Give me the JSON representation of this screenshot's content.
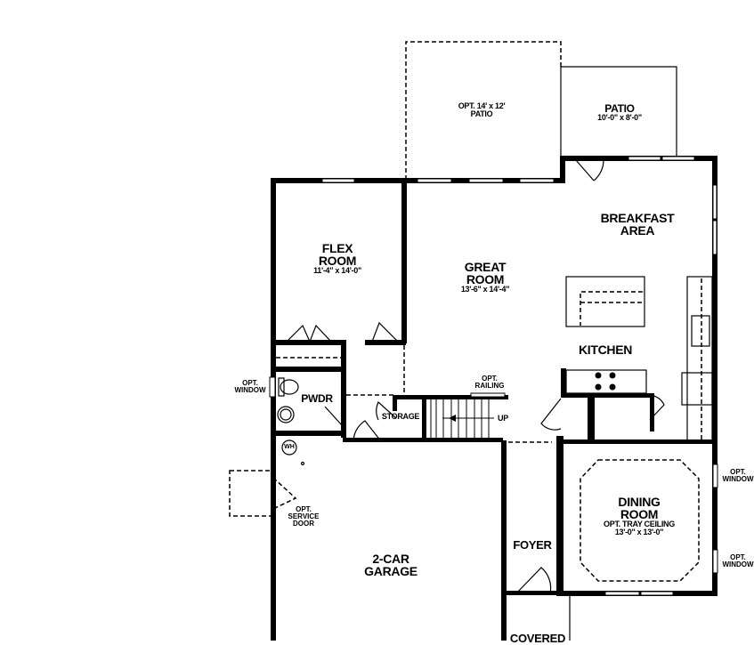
{
  "plan": {
    "rooms": [
      {
        "id": "opt-patio",
        "lines": [
          "OPT. 14' x 12'",
          "PATIO"
        ]
      },
      {
        "id": "patio",
        "name": "PATIO",
        "dims": "10'-0\" x 8'-0\""
      },
      {
        "id": "breakfast",
        "lines": [
          "BREAKFAST",
          "AREA"
        ]
      },
      {
        "id": "flex",
        "lines": [
          "FLEX",
          "ROOM"
        ],
        "dims": "11'-4\" x 14'-0\""
      },
      {
        "id": "great",
        "lines": [
          "GREAT",
          "ROOM"
        ],
        "dims": "13'-6\" x 14'-4\""
      },
      {
        "id": "kitchen",
        "name": "KITCHEN"
      },
      {
        "id": "pwdr",
        "name": "PWDR"
      },
      {
        "id": "storage",
        "name": "STORAGE"
      },
      {
        "id": "dining",
        "lines": [
          "DINING",
          "ROOM"
        ],
        "note": "OPT. TRAY CEILING",
        "dims": "13'-0\" x 13'-0\""
      },
      {
        "id": "garage",
        "lines": [
          "2-CAR",
          "GARAGE"
        ]
      },
      {
        "id": "foyer",
        "name": "FOYER"
      },
      {
        "id": "covered",
        "name": "COVERED"
      }
    ],
    "annotations": {
      "opt_window_pwdr": [
        "OPT.",
        "WINDOW"
      ],
      "opt_railing": [
        "OPT.",
        "RAILING"
      ],
      "stairs_up": "UP",
      "water_heater": "WH",
      "opt_service_door": [
        "OPT.",
        "SERVICE",
        "DOOR"
      ],
      "opt_window_dining_1": [
        "OPT.",
        "WINDOW"
      ],
      "opt_window_dining_2": [
        "OPT.",
        "WINDOW"
      ]
    }
  }
}
